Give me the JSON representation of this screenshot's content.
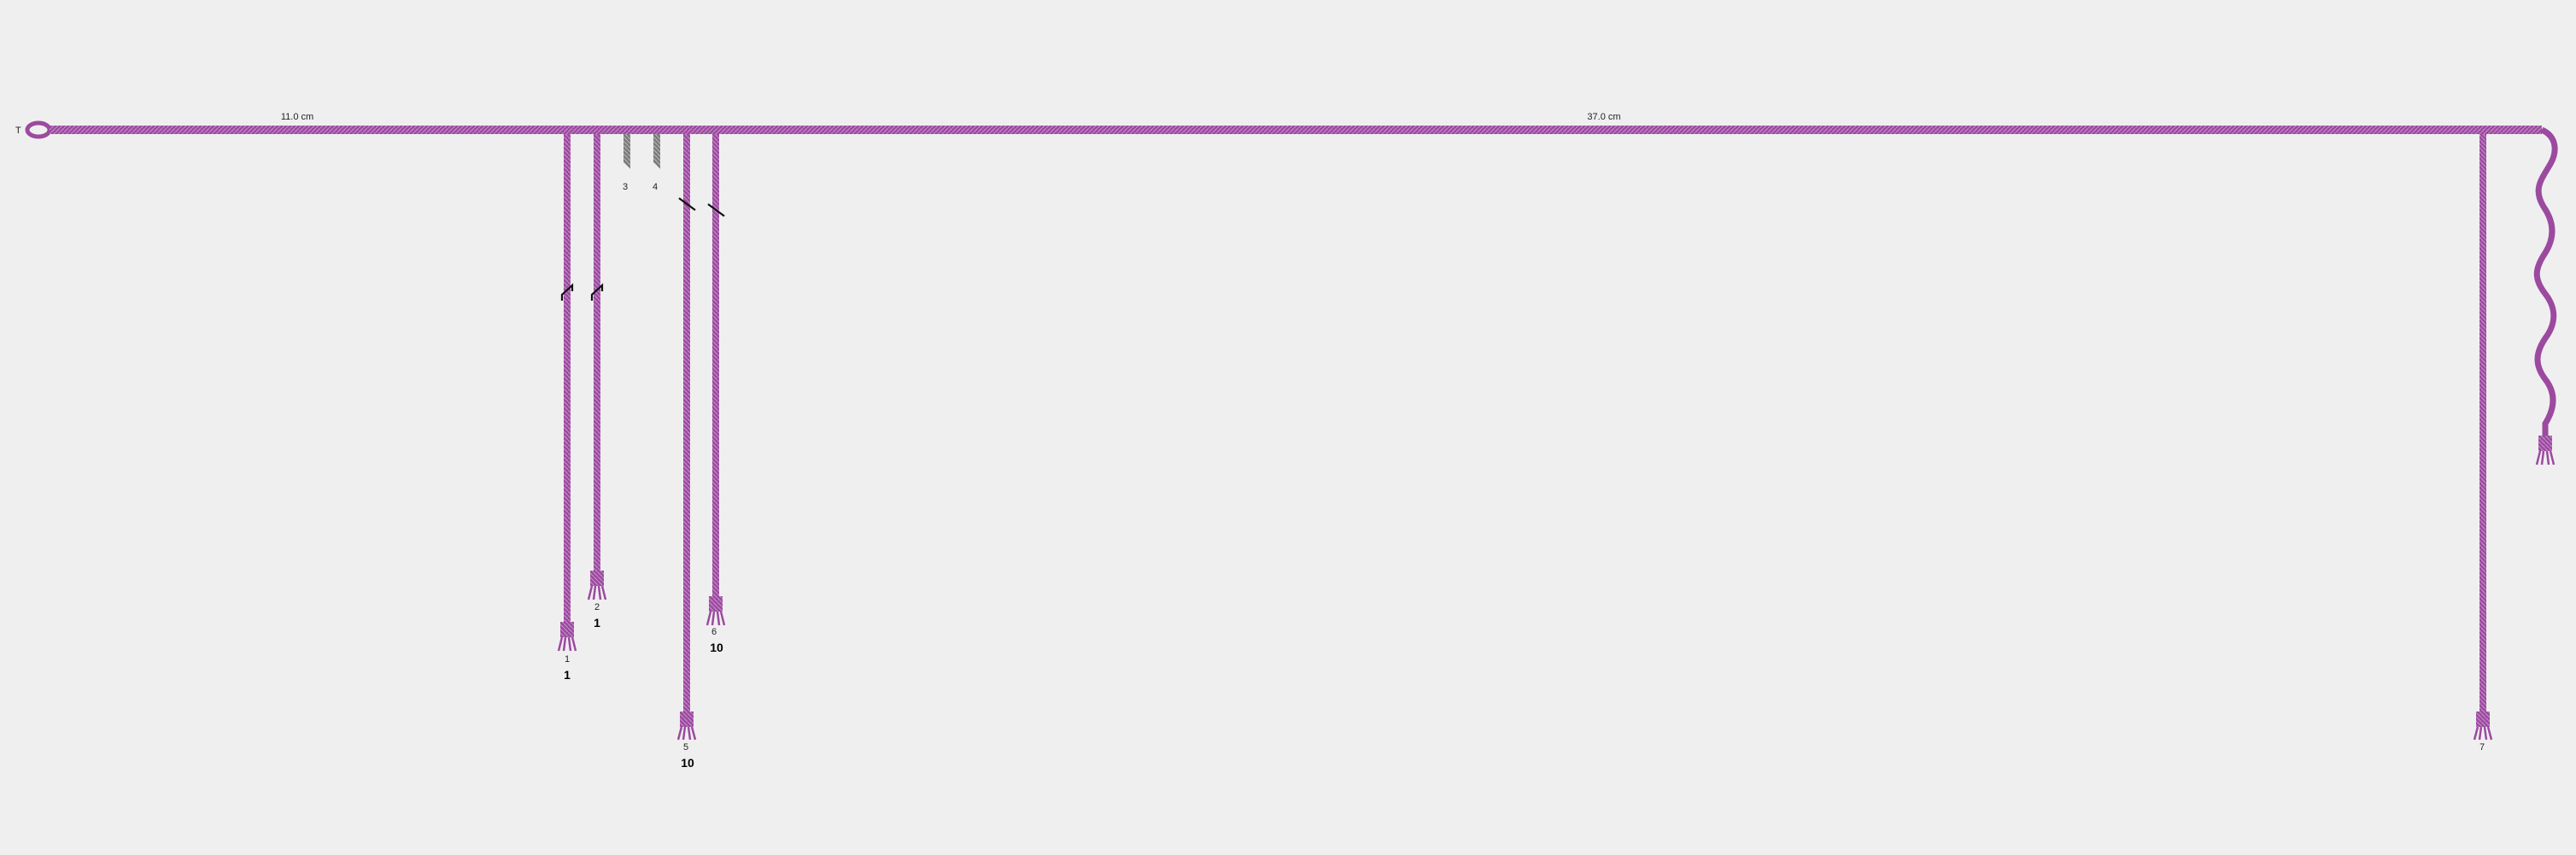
{
  "primary_cord": {
    "label": "T",
    "color": "#9b4a9f",
    "spacing_labels": [
      "11.0 cm",
      "37.0 cm"
    ]
  },
  "cords": [
    {
      "id": "cord-1",
      "number": "1",
      "value": "1",
      "color": "#9b4a9f",
      "knot": "long",
      "broken": false
    },
    {
      "id": "cord-2",
      "number": "2",
      "value": "1",
      "color": "#9b4a9f",
      "knot": "long",
      "broken": false
    },
    {
      "id": "cord-3",
      "number": "3",
      "value": "",
      "color": "#7a7a7a",
      "knot": "none",
      "broken": true
    },
    {
      "id": "cord-4",
      "number": "4",
      "value": "",
      "color": "#7a7a7a",
      "knot": "none",
      "broken": true
    },
    {
      "id": "cord-5",
      "number": "5",
      "value": "10",
      "color": "#9b4a9f",
      "knot": "single",
      "broken": false
    },
    {
      "id": "cord-6",
      "number": "6",
      "value": "10",
      "color": "#9b4a9f",
      "knot": "single",
      "broken": false
    },
    {
      "id": "cord-7",
      "number": "7",
      "value": "",
      "color": "#9b4a9f",
      "knot": "none",
      "broken": false
    },
    {
      "id": "cord-end",
      "number": "",
      "value": "",
      "color": "#9b4a9f",
      "knot": "none",
      "broken": false
    }
  ]
}
